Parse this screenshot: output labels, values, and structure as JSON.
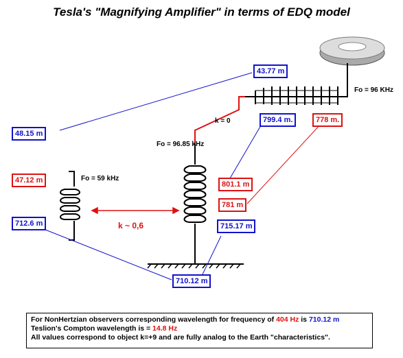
{
  "title": "Tesla's \"Magnifying Amplifier\" in terms of EDQ model",
  "values": {
    "top_blue": "43.77 m",
    "left_blue": "48.15 m",
    "mid_blue": "799.4 m.",
    "right_red": "778 m.",
    "small_red": "47.12 m",
    "small_blue": "712.6 m",
    "red_801": "801.1 m",
    "red_781": "781 m",
    "blue_715": "715.17 m",
    "ground_blue": "710.12 m"
  },
  "labels": {
    "fo_right": "Fo = 96 KHz",
    "fo_center": "Fo = 96.85 kHz",
    "fo_small": "Fo = 59 kHz",
    "k0": "k = 0",
    "k06": "k ~ 0,6"
  },
  "note": {
    "line1_a": "For NonHertzian observers corresponding wavelength for frequency of ",
    "line1_b": "404 Hz",
    "line1_c": " is ",
    "line1_d": "710.12 m",
    "line2_a": "Teslion's Compton wavelength is = ",
    "line2_b": "14.8 Hz",
    "line3": "All values correspond to object k=+9 and are fully analog to the Earth \"characteristics\"."
  },
  "colors": {
    "blue": "#1111cc",
    "red": "#dd1111"
  }
}
